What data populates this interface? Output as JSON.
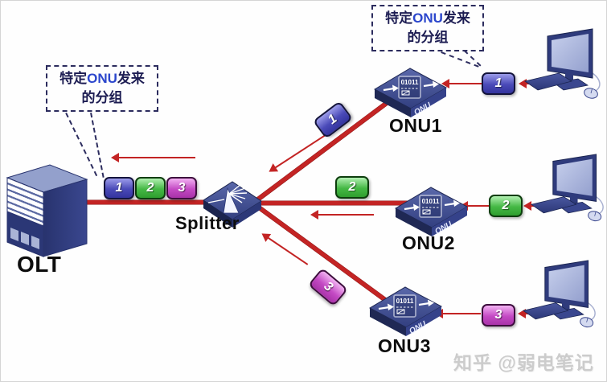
{
  "colors": {
    "line_red": "#c32424",
    "device_navy": "#2f3b7c",
    "device_top": "#93a0cc",
    "packet_blue": "#4a4ab8",
    "packet_green": "#44b844",
    "packet_magenta": "#c44ac4",
    "callout_text": "#1c1c52",
    "callout_highlight": "#2b46cc"
  },
  "callout_top": {
    "prefix": "特定",
    "highlight": "ONU",
    "suffix": "发来",
    "line2": "的分组"
  },
  "callout_left": {
    "prefix": "特定",
    "highlight": "ONU",
    "suffix": "发来",
    "line2": "的分组"
  },
  "devices": {
    "olt": {
      "label": "OLT"
    },
    "splitter": {
      "label": "Splitter"
    },
    "onu1": {
      "label": "ONU1",
      "chip": "01011",
      "face": "ONU"
    },
    "onu2": {
      "label": "ONU2",
      "chip": "01011",
      "face": "ONU"
    },
    "onu3": {
      "label": "ONU3",
      "chip": "01011",
      "face": "ONU"
    }
  },
  "packets": {
    "queue_at_olt": [
      "1",
      "2",
      "3"
    ],
    "branch1": {
      "on_line": "1",
      "near_pc": "1"
    },
    "branch2": {
      "on_line": "2",
      "near_pc": "2"
    },
    "branch3": {
      "on_line": "3",
      "near_pc": "3"
    }
  },
  "watermark": "知乎 @弱电笔记"
}
